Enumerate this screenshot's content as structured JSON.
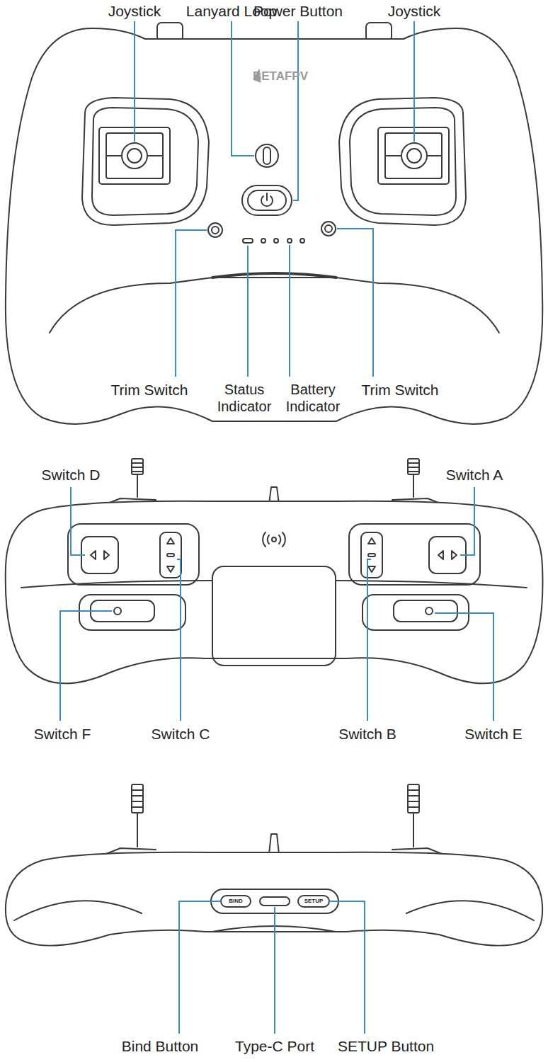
{
  "diagram": {
    "labels": [
      "Joystick",
      "Lanyard Loop",
      "Power Button",
      "Joystick",
      "BETAFPV",
      "Trim Switch",
      "Status Indicator",
      "Battery Indicator",
      "Trim Switch",
      "Switch D",
      "Switch A",
      "Switch F",
      "Switch C",
      "Switch B",
      "Switch E",
      "BIND",
      "SETUP",
      "Bind Button",
      "Type-C Port",
      "SETUP Button"
    ]
  }
}
